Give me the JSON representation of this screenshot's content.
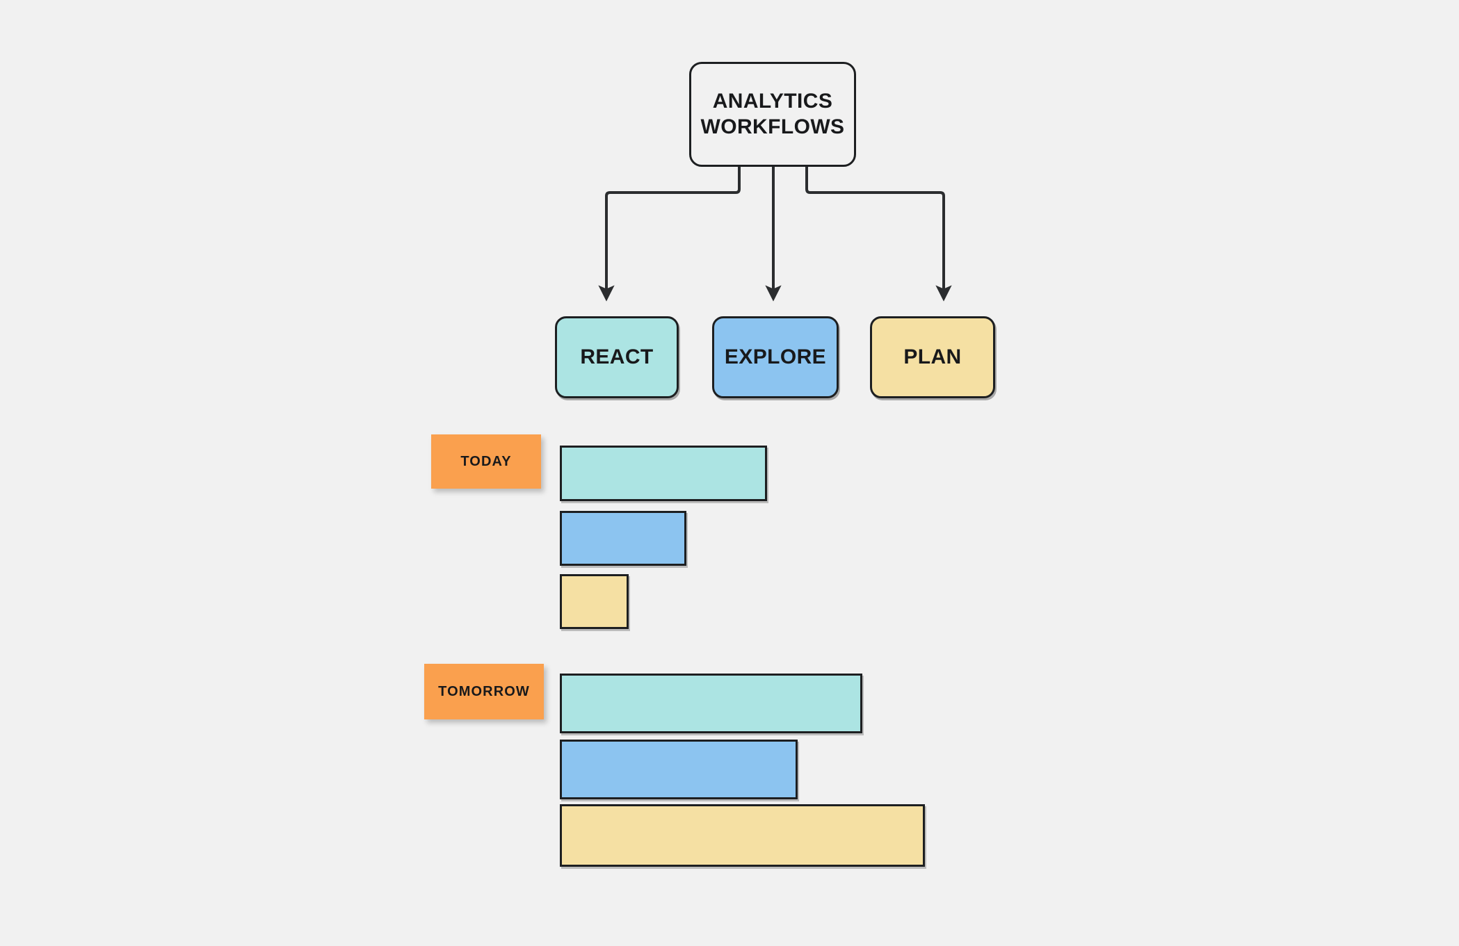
{
  "diagram": {
    "title": "Analytics Workflows process map",
    "background_color": "#f1f1f1",
    "root": {
      "label": "ANALYTICS\nWORKFLOWS",
      "line1": "ANALYTICS",
      "line2": "WORKFLOWS",
      "fill": "#f1f1f1",
      "stroke": "#1d1f21"
    },
    "phases": [
      {
        "id": "react",
        "label": "REACT",
        "fill": "#ACE4E3"
      },
      {
        "id": "explore",
        "label": "EXPLORE",
        "fill": "#8CC4F0"
      },
      {
        "id": "plan",
        "label": "PLAN",
        "fill": "#F5E0A3"
      }
    ],
    "connectors": {
      "style": "orthogonal-elbow",
      "stroke": "#2b2d2f",
      "arrowheads": 3,
      "description": "Root node branches down into three arrows pointing at REACT, EXPLORE and PLAN"
    },
    "timeline": {
      "sticky_fill": "#FAA04E",
      "groups": [
        {
          "id": "today",
          "label": "TODAY",
          "bars": [
            {
              "phase": "react",
              "fill": "#ACE4E3",
              "relative_length": 0.47
            },
            {
              "phase": "explore",
              "fill": "#8CC4F0",
              "relative_length": 0.26
            },
            {
              "phase": "plan",
              "fill": "#F5E0A3",
              "relative_length": 0.14
            }
          ]
        },
        {
          "id": "tomorrow",
          "label": "TOMORROW",
          "bars": [
            {
              "phase": "react",
              "fill": "#ACE4E3",
              "relative_length": 0.61
            },
            {
              "phase": "explore",
              "fill": "#8CC4F0",
              "relative_length": 0.48
            },
            {
              "phase": "plan",
              "fill": "#F5E0A3",
              "relative_length": 0.83
            }
          ]
        }
      ]
    }
  },
  "chart_data": {
    "type": "bar",
    "orientation": "horizontal",
    "title": "ANALYTICS WORKFLOWS",
    "xlabel": "",
    "ylabel": "",
    "categories": [
      "TODAY",
      "TOMORROW"
    ],
    "series": [
      {
        "name": "REACT",
        "color": "#ACE4E3",
        "values": [
          0.47,
          0.61
        ]
      },
      {
        "name": "EXPLORE",
        "color": "#8CC4F0",
        "values": [
          0.26,
          0.48
        ]
      },
      {
        "name": "PLAN",
        "color": "#F5E0A3",
        "values": [
          0.14,
          0.83
        ]
      }
    ],
    "grid": false,
    "legend": "none",
    "note": "Values are proportions of the widest bar (PLAN / TOMORROW = 0.83 of axis)"
  }
}
